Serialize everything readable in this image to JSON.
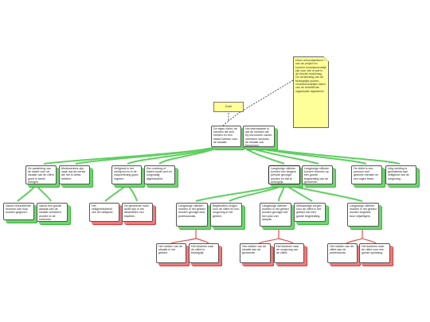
{
  "note": {
    "text": "Deze retourobjectieve van de project en kunnen verantwoordelijk zijn voor wie of wat in de functie moet/mag. De versterking van de belangrijke punten, verantwoordelijke taken van de betreffende organisatie afgestemd."
  },
  "label": {
    "text": "Doel"
  },
  "nodes": [
    {
      "id": "n-a",
      "text": "De eigen cliënt: de mensen die zich melden en een klacht hebben over de situatie.",
      "color": "green"
    },
    {
      "id": "n-b",
      "text": "Het interessante is dat de mensen die bij ons komen vanuit meerdere sectoren de situatie ook benoemen.",
      "color": "green"
    },
    {
      "id": "n-c",
      "text": "De aanleiding van de klacht over de situatie van de cliënt goed in beeld brengen.",
      "color": "green"
    },
    {
      "id": "n-d",
      "text": "Medewerkers zijn vaak ook de eerste die het in beeld hebben.",
      "color": "green"
    },
    {
      "id": "n-e",
      "text": "Veiligheid in het meldpunt en in de hulpverlening goed regelen.",
      "color": "green"
    },
    {
      "id": "n-f",
      "text": "Een melding of klacht wordt snel en zorgvuldig afgehandeld.",
      "color": "green"
    },
    {
      "id": "n-g",
      "text": "Langdurige cliënten kunnen een langere periode gevolgd worden en dat is belangrijk.",
      "color": "green"
    },
    {
      "id": "n-h",
      "text": "Langdurige cliënten kunnen rekenen op een goede begeleiding van de gemeente.",
      "color": "green"
    },
    {
      "id": "n-i",
      "text": "De cliënt is een persoon met gewone mensen en een eigen leven.",
      "color": "green"
    },
    {
      "id": "n-j",
      "text": "Volg melding is gerelateerd aan veiligheid van de omgeving.",
      "color": "green"
    },
    {
      "id": "n-k",
      "text": "Vanuit verschillende bronnen kan hulp worden gegeven.",
      "color": "green"
    },
    {
      "id": "n-l",
      "text": "Vanuit een goede aanpak kan de situatie verbeterd worden in de toekomst.",
      "color": "green"
    },
    {
      "id": "n-m",
      "text": "Het veiligheidsbeeld van dit meldpunt.",
      "color": "red"
    },
    {
      "id": "n-n",
      "text": "De gemeente moet actief zijn in het afhandelen van klachten.",
      "color": "red"
    },
    {
      "id": "n-o",
      "text": "Langdurige cliënten moeten in het gebied worden gevolgd door professionals.",
      "color": "green"
    },
    {
      "id": "n-p",
      "text": "Begeleiders zorgen voor de cliënt en hun omgeving in het gebied.",
      "color": "green"
    },
    {
      "id": "n-q",
      "text": "Langdurige cliënten moeten in het gebied worden gevolgd met een plan van aanpak.",
      "color": "green"
    },
    {
      "id": "n-r",
      "text": "Zelfstandige zorgen voor de cliënt in het gebied met een goede begeleiding.",
      "color": "green"
    },
    {
      "id": "n-s",
      "text": "Langdurige cliënten moeten in het gebied worden begeleid door vrijwilligers.",
      "color": "green"
    },
    {
      "id": "n-t",
      "text": "Het melden van de situatie in het gebied.",
      "color": "red"
    },
    {
      "id": "n-u",
      "text": "Het luisteren naar de cliënt is belangrijk.",
      "color": "red"
    },
    {
      "id": "n-v",
      "text": "Het melden van de situatie aan de gemeente.",
      "color": "red"
    },
    {
      "id": "n-w",
      "text": "Het luisteren naar de omgeving van de cliënt.",
      "color": "red"
    },
    {
      "id": "n-x",
      "text": "Het melden van de cliënt aan de professional.",
      "color": "red"
    },
    {
      "id": "n-y",
      "text": "Het luisteren naar de cliënt voor een goede oplossing.",
      "color": "red"
    }
  ]
}
